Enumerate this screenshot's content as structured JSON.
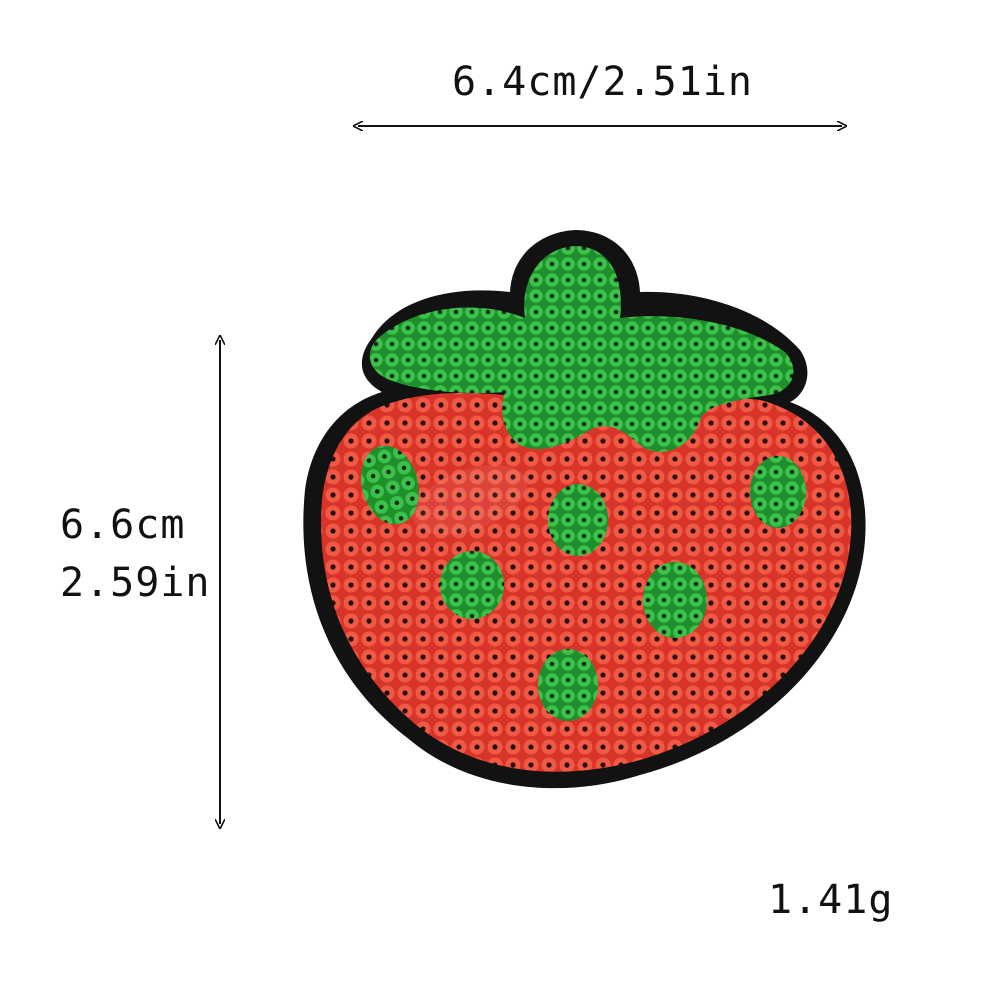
{
  "dimensions": {
    "width_label": "6.4cm/2.51in",
    "height_cm": "6.6cm",
    "height_in": "2.59in",
    "weight": "1.41g"
  },
  "colors": {
    "background": "#ffffff",
    "felt_backing": "#111111",
    "sequin_red": "#e2392c",
    "sequin_green": "#2fae3a"
  },
  "subject": {
    "icon": "strawberry-sequin-patch-icon"
  }
}
